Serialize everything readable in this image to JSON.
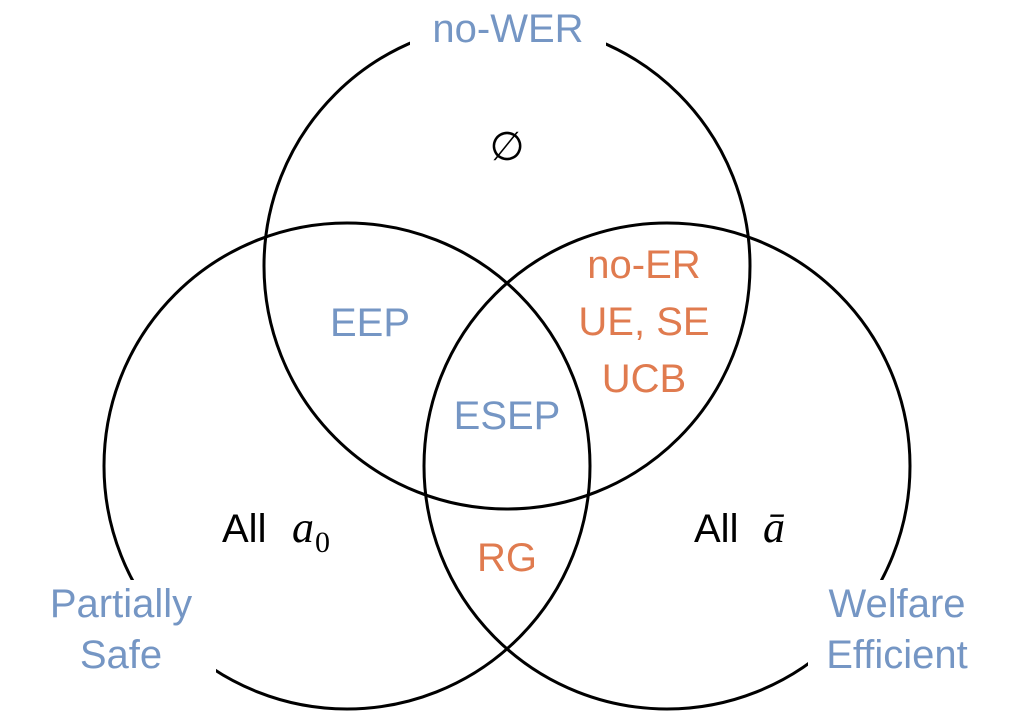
{
  "sets": {
    "top": {
      "label": "no-WER",
      "color": "#7596c4"
    },
    "left": {
      "label_line1": "Partially",
      "label_line2": "Safe",
      "color": "#7596c4"
    },
    "right": {
      "label_line1": "Welfare",
      "label_line2": "Efficient",
      "color": "#7596c4"
    }
  },
  "regions": {
    "top_only": "∅",
    "top_left": "EEP",
    "center": "ESEP",
    "top_right": [
      "no-ER",
      "UE, SE",
      "UCB"
    ],
    "left_right": "RG",
    "left_only": {
      "prefix": "All",
      "symbol": "a",
      "subscript": "0"
    },
    "right_only": {
      "prefix": "All",
      "symbol": "ā"
    }
  },
  "colors": {
    "blue": "#7596c4",
    "orange": "#e07b4f",
    "outline": "#000000"
  }
}
